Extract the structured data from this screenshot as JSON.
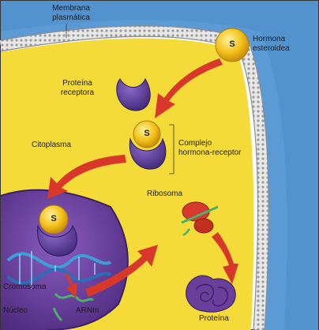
{
  "labels": {
    "membrana_line1": "Membrana",
    "membrana_line2": "plasmática",
    "hormona_line1": "Hormona",
    "hormona_line2": "esteroidea",
    "proteina_receptora_line1": "Proteína",
    "proteina_receptora_line2": "receptora",
    "citoplasma": "Citoplasma",
    "complejo_line1": "Complejo",
    "complejo_line2": "hormona-receptor",
    "ribosoma": "Ribosoma",
    "cromosoma": "Cromosoma",
    "nucleo": "Núcleo",
    "arnm": "ARNm",
    "proteina": "Proteína"
  },
  "hormone_symbol": "S",
  "colors": {
    "extracellular": "#4a90cf",
    "cytoplasm": "#f6dc3c",
    "membrane": "#cfcfcf",
    "nucleus": "#6b3f9c",
    "hormone": "#f3c21b",
    "receptor": "#5a3a98",
    "arrow": "#d8382a",
    "ribosome": "#d63a2c",
    "dna_blue": "#3aa0d6",
    "protein": "#6a3f9c"
  }
}
